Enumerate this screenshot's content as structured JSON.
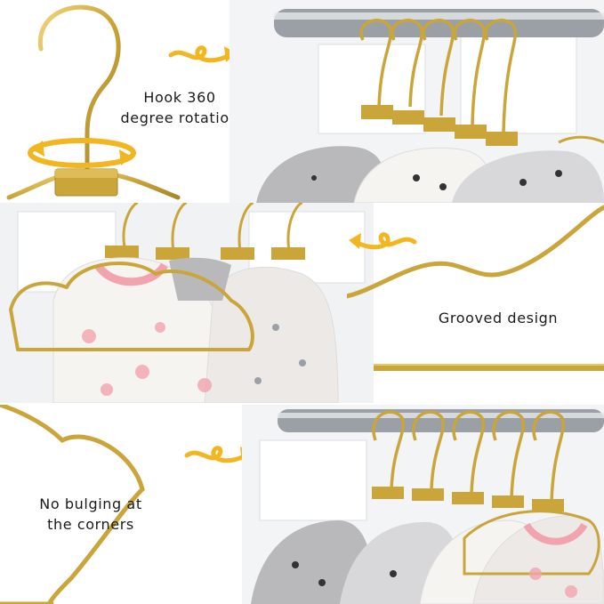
{
  "captions": {
    "rotation": [
      "Hook 360",
      "degree rotation"
    ],
    "grooved": [
      "Grooved design"
    ],
    "corners": [
      "No bulging at",
      "the corners"
    ]
  },
  "colors": {
    "gold": "#c9a53a",
    "gold_light": "#e7c766",
    "arrow": "#f2b620",
    "rail": "#9aa0a6",
    "fabric_white": "#f6f4f0",
    "fabric_grey": "#b9b9bb",
    "pink_trim": "#f2a4ae"
  },
  "icons": [
    "swirl-arrow-icon",
    "rotation-arrows-icon"
  ]
}
